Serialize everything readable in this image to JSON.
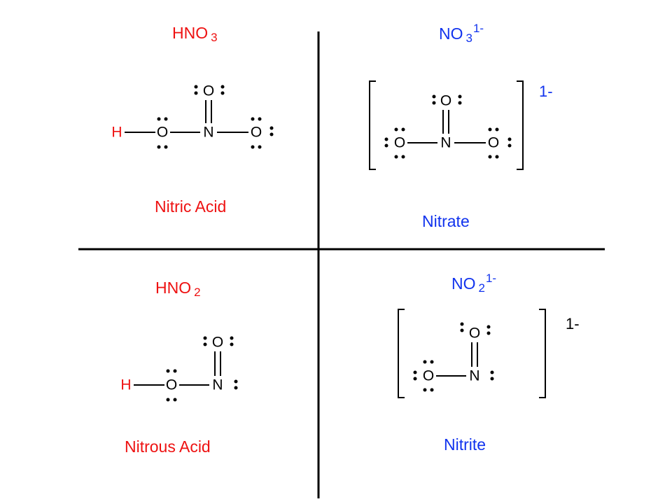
{
  "colors": {
    "acid": "#ee1111",
    "ion": "#1133ee",
    "text": "#000000"
  },
  "nitric_acid": {
    "formula": "HNO",
    "subscript": "3",
    "name": "Nitric Acid",
    "atoms": {
      "h": "H",
      "o_left": "O",
      "n": "N",
      "o_right": "O",
      "o_top": "O"
    }
  },
  "nitrate": {
    "formula": "NO",
    "subscript": "3",
    "superscript": "1-",
    "name": "Nitrate",
    "charge": "1-",
    "atoms": {
      "o_left": "O",
      "n": "N",
      "o_right": "O",
      "o_top": "O"
    }
  },
  "nitrous_acid": {
    "formula": "HNO",
    "subscript": "2",
    "name": "Nitrous Acid",
    "atoms": {
      "h": "H",
      "o_left": "O",
      "n": "N",
      "o_top": "O"
    }
  },
  "nitrite": {
    "formula": "NO",
    "subscript": "2",
    "superscript": "1-",
    "name": "Nitrite",
    "charge": "1-",
    "atoms": {
      "o_left": "O",
      "n": "N",
      "o_top": "O"
    }
  }
}
